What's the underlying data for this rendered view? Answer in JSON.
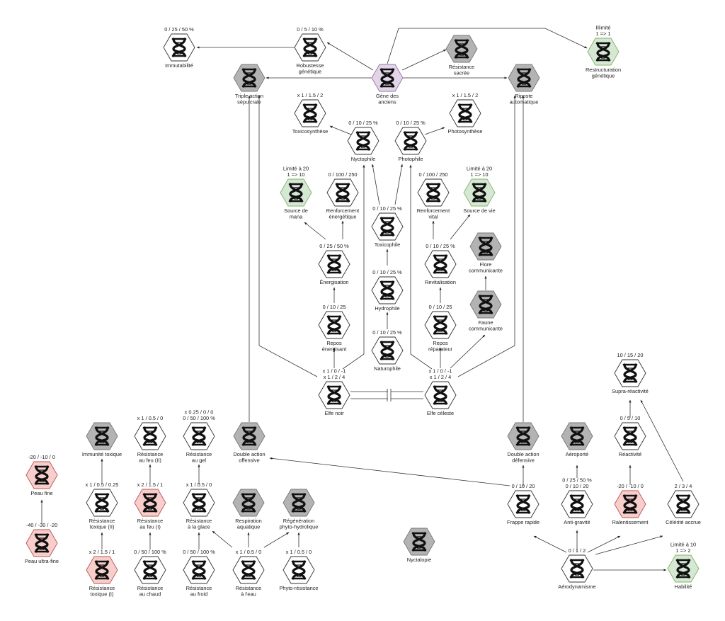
{
  "diagram": {
    "colors": {
      "white": {
        "fill": "#ffffff",
        "stroke": "#333333"
      },
      "gray": {
        "fill": "#b3b3b3",
        "stroke": "#777777"
      },
      "green": {
        "fill": "#d5e8d4",
        "stroke": "#82b366"
      },
      "red": {
        "fill": "#f8cecc",
        "stroke": "#b85450"
      },
      "purple": {
        "fill": "#e1d5e7",
        "stroke": "#9673a6"
      }
    },
    "icon": "dna-icon",
    "nodes": [
      {
        "id": "immutabilite",
        "name": [
          "Immutabilité"
        ],
        "stats": [
          "0 / 25 / 50 %"
        ],
        "color": "white"
      },
      {
        "id": "robustesse",
        "name": [
          "Robustesse",
          "génétique"
        ],
        "stats": [
          "0 / 5 / 10 %"
        ],
        "color": "white"
      },
      {
        "id": "gene",
        "name": [
          "Gène des",
          "anciens"
        ],
        "stats": [],
        "color": "purple"
      },
      {
        "id": "res_sacree",
        "name": [
          "Résistance",
          "sacrée"
        ],
        "stats": [],
        "color": "gray"
      },
      {
        "id": "restructuration",
        "name": [
          "Restructuration",
          "génétique"
        ],
        "stats": [
          "Illimité",
          "1 => 1"
        ],
        "color": "green"
      },
      {
        "id": "triple",
        "name": [
          "Triple action",
          "sépulcrale"
        ],
        "stats": [],
        "color": "gray"
      },
      {
        "id": "riposte",
        "name": [
          "Riposte",
          "automatique"
        ],
        "stats": [],
        "color": "gray"
      },
      {
        "id": "toxicosynthese",
        "name": [
          "Toxicosynthèse"
        ],
        "stats": [
          "x 1 / 1.5 / 2"
        ],
        "color": "white"
      },
      {
        "id": "photosynthese",
        "name": [
          "Photosynthèse"
        ],
        "stats": [
          "x 1 / 1.5 / 2"
        ],
        "color": "white"
      },
      {
        "id": "nyctophile",
        "name": [
          "Nyctophile"
        ],
        "stats": [
          "0 / 10 / 25 %"
        ],
        "color": "white"
      },
      {
        "id": "photophile",
        "name": [
          "Photophile"
        ],
        "stats": [
          "0 / 10 / 25 %"
        ],
        "color": "white"
      },
      {
        "id": "source_mana",
        "name": [
          "Source de",
          "mana"
        ],
        "stats": [
          "Limité à 20",
          "1 => 10"
        ],
        "color": "green"
      },
      {
        "id": "renf_energetique",
        "name": [
          "Renforcement",
          "énergétique"
        ],
        "stats": [
          "0 / 100 / 250"
        ],
        "color": "white"
      },
      {
        "id": "toxicophile",
        "name": [
          "Toxicophile"
        ],
        "stats": [
          "0 / 10 / 25 %"
        ],
        "color": "white"
      },
      {
        "id": "renf_vital",
        "name": [
          "Renforcement",
          "vital"
        ],
        "stats": [
          "0 / 100 / 250"
        ],
        "color": "white"
      },
      {
        "id": "source_vie",
        "name": [
          "Source de vie"
        ],
        "stats": [
          "Limité à 20",
          "1 => 10"
        ],
        "color": "green"
      },
      {
        "id": "energisation",
        "name": [
          "Énergisation"
        ],
        "stats": [
          "0 / 25 / 50 %"
        ],
        "color": "white"
      },
      {
        "id": "hydrophile",
        "name": [
          "Hydrophile"
        ],
        "stats": [
          "0 / 10 / 25 %"
        ],
        "color": "white"
      },
      {
        "id": "revitalisation",
        "name": [
          "Revitalisation"
        ],
        "stats": [
          "0 / 10 / 25 %"
        ],
        "color": "white"
      },
      {
        "id": "flore",
        "name": [
          "Flore",
          "communicante"
        ],
        "stats": [],
        "color": "gray"
      },
      {
        "id": "repos_energisant",
        "name": [
          "Repos",
          "énergisant"
        ],
        "stats": [
          "0 / 10 / 25"
        ],
        "color": "white"
      },
      {
        "id": "naturophile",
        "name": [
          "Naturophile"
        ],
        "stats": [
          "0 / 10 / 25 %"
        ],
        "color": "white"
      },
      {
        "id": "repos_reparateur",
        "name": [
          "Repos",
          "réparateur"
        ],
        "stats": [
          "0 / 10 / 25"
        ],
        "color": "white"
      },
      {
        "id": "faune",
        "name": [
          "Faune",
          "communicante"
        ],
        "stats": [],
        "color": "gray"
      },
      {
        "id": "elfe_noir",
        "name": [
          "Elfe noir"
        ],
        "stats": [
          "x 1 / 0 / -1",
          "x 1 / 2 / 4"
        ],
        "color": "white"
      },
      {
        "id": "elfe_celeste",
        "name": [
          "Elfe céleste"
        ],
        "stats": [
          "x 1 / 0 / -1",
          "x 1 / 2 / 4"
        ],
        "color": "white"
      },
      {
        "id": "double_off",
        "name": [
          "Double action",
          "offensive"
        ],
        "stats": [],
        "color": "gray"
      },
      {
        "id": "double_def",
        "name": [
          "Double action",
          "défensive"
        ],
        "stats": [],
        "color": "gray"
      },
      {
        "id": "aeroporte",
        "name": [
          "Aéroporté"
        ],
        "stats": [],
        "color": "gray"
      },
      {
        "id": "supra",
        "name": [
          "Supra-réactivité"
        ],
        "stats": [
          "10 / 15 / 20"
        ],
        "color": "white"
      },
      {
        "id": "reactivite",
        "name": [
          "Réactivité"
        ],
        "stats": [
          "0 / 5 / 10"
        ],
        "color": "white"
      },
      {
        "id": "frappe",
        "name": [
          "Frappe rapide"
        ],
        "stats": [
          "0 / 10 / 20"
        ],
        "color": "white"
      },
      {
        "id": "antigravite",
        "name": [
          "Anti-gravité"
        ],
        "stats": [
          "0 / 25 / 50 %",
          "0 / 10 / 20"
        ],
        "color": "white"
      },
      {
        "id": "ralentissement",
        "name": [
          "Ralentissement"
        ],
        "stats": [
          "-20 / -10 / 0"
        ],
        "color": "red"
      },
      {
        "id": "celerite",
        "name": [
          "Célérité accrue"
        ],
        "stats": [
          "2 / 3 / 4"
        ],
        "color": "white"
      },
      {
        "id": "aerodynamisme",
        "name": [
          "Aérodynamisme"
        ],
        "stats": [
          "0 / 1 / 2"
        ],
        "color": "white"
      },
      {
        "id": "habilite",
        "name": [
          "Habilité"
        ],
        "stats": [
          "Limité à 10",
          "1 => 2"
        ],
        "color": "green"
      },
      {
        "id": "nyctalopie",
        "name": [
          "Nyctalopie"
        ],
        "stats": [],
        "color": "gray"
      },
      {
        "id": "peau_fine",
        "name": [
          "Peau fine"
        ],
        "stats": [
          "-20 / -10 / 0"
        ],
        "color": "red"
      },
      {
        "id": "peau_ultra",
        "name": [
          "Peau ultra-fine"
        ],
        "stats": [
          "-40 / -30 / -20"
        ],
        "color": "red"
      },
      {
        "id": "immunite_tox",
        "name": [
          "Immunité toxique"
        ],
        "stats": [],
        "color": "gray"
      },
      {
        "id": "res_tox2",
        "name": [
          "Résistance",
          "toxique (II)"
        ],
        "stats": [
          "x 1 / 0.5 / 0.25"
        ],
        "color": "white"
      },
      {
        "id": "res_tox1",
        "name": [
          "Résistance",
          "toxique (I)"
        ],
        "stats": [
          "x 2 / 1.5 / 1"
        ],
        "color": "red"
      },
      {
        "id": "res_feu2",
        "name": [
          "Résistance",
          "au feu (II)"
        ],
        "stats": [
          "x 1 / 0.5 / 0"
        ],
        "color": "white"
      },
      {
        "id": "res_feu1",
        "name": [
          "Résistance",
          "au feu (I)"
        ],
        "stats": [
          "x 2 / 1.5 / 1"
        ],
        "color": "red"
      },
      {
        "id": "res_chaud",
        "name": [
          "Résistance",
          "au chaud"
        ],
        "stats": [
          "0 / 50 / 100 %"
        ],
        "color": "white"
      },
      {
        "id": "res_gel",
        "name": [
          "Résistance",
          "au gel"
        ],
        "stats": [
          "x 0.25 / 0 / 0",
          "0 / 50 / 100 %"
        ],
        "color": "white"
      },
      {
        "id": "res_glace",
        "name": [
          "Résistance",
          "à la glace"
        ],
        "stats": [
          "x 1 / 0.5 / 0"
        ],
        "color": "white"
      },
      {
        "id": "res_froid",
        "name": [
          "Résistance",
          "au froid"
        ],
        "stats": [
          "0 / 50 / 100 %"
        ],
        "color": "white"
      },
      {
        "id": "respiration",
        "name": [
          "Respiration",
          "aquatique"
        ],
        "stats": [],
        "color": "gray"
      },
      {
        "id": "regeneration",
        "name": [
          "Régénération",
          "phyto-hydrolique"
        ],
        "stats": [],
        "color": "gray"
      },
      {
        "id": "res_eau",
        "name": [
          "Résistance",
          "à l'eau"
        ],
        "stats": [
          "x 1 / 0.5 / 0"
        ],
        "color": "white"
      },
      {
        "id": "phyto_res",
        "name": [
          "Phyto-résistance"
        ],
        "stats": [
          "x 1 / 0.5 / 0"
        ],
        "color": "white"
      }
    ]
  }
}
